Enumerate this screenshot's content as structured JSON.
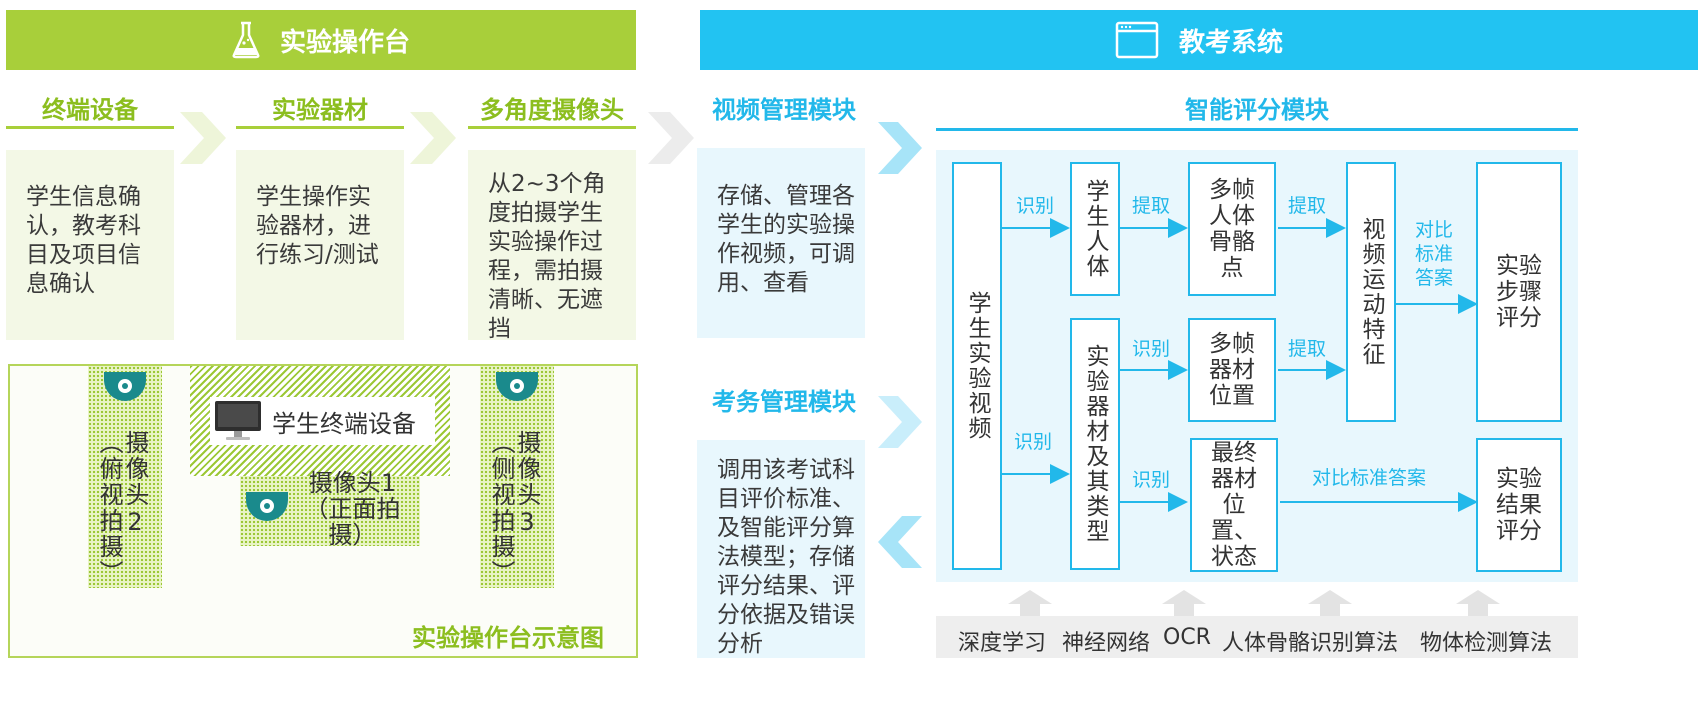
{
  "left_panel": {
    "header": "实验操作台",
    "steps": [
      {
        "title": "终端设备",
        "text": "学生信息确认，教考科目及项目信息确认"
      },
      {
        "title": "实验器材",
        "text": "学生操作实验器材，进行练习/测试"
      },
      {
        "title": "多角度摄像头",
        "text": "从2~3个角度拍摄学生实验操作过程，需拍摄清晰、无遮挡"
      }
    ],
    "diagram": {
      "terminal_label": "学生终端设备",
      "cam1_label": "摄像头1（正面拍摄）",
      "cam2_label": "摄像头2（俯视拍摄）",
      "cam3_label": "摄像头3（侧视拍摄）",
      "caption": "实验操作台示意图"
    }
  },
  "right_panel": {
    "header": "教考系统",
    "video_module": {
      "title": "视频管理模块",
      "text": "存储、管理各学生的实验操作视频，可调用、查看"
    },
    "exam_module": {
      "title": "考务管理模块",
      "text": "调用该考试科目评价标准、及智能评分算法模型；存储评分结果、评分依据及错误分析"
    },
    "scoring_module": {
      "title": "智能评分模块",
      "nodes": {
        "video": "学生实验视频",
        "body": "学生人体",
        "equip": "实验器材及其类型",
        "skeleton": "多帧人体骨骼点",
        "equip_pos": "多帧器材位置",
        "final_pos": "最终器材位置、状态",
        "motion": "视频运动特征",
        "step_score": "实验步骤评分",
        "result_score": "实验结果评分"
      },
      "edge_labels": {
        "identify1": "识别",
        "identify2": "识别",
        "identify3": "识别",
        "identify4": "识别",
        "extract1": "提取",
        "extract2": "提取",
        "extract3": "提取",
        "compare1": "对比标准答案",
        "compare2": "对比标准答案"
      }
    },
    "algorithms": [
      "深度学习",
      "神经网络",
      "OCR",
      "人体骨骼识别算法",
      "物体检测算法"
    ]
  },
  "colors": {
    "green": "#8cbe1f",
    "blue": "#22b8ea"
  }
}
